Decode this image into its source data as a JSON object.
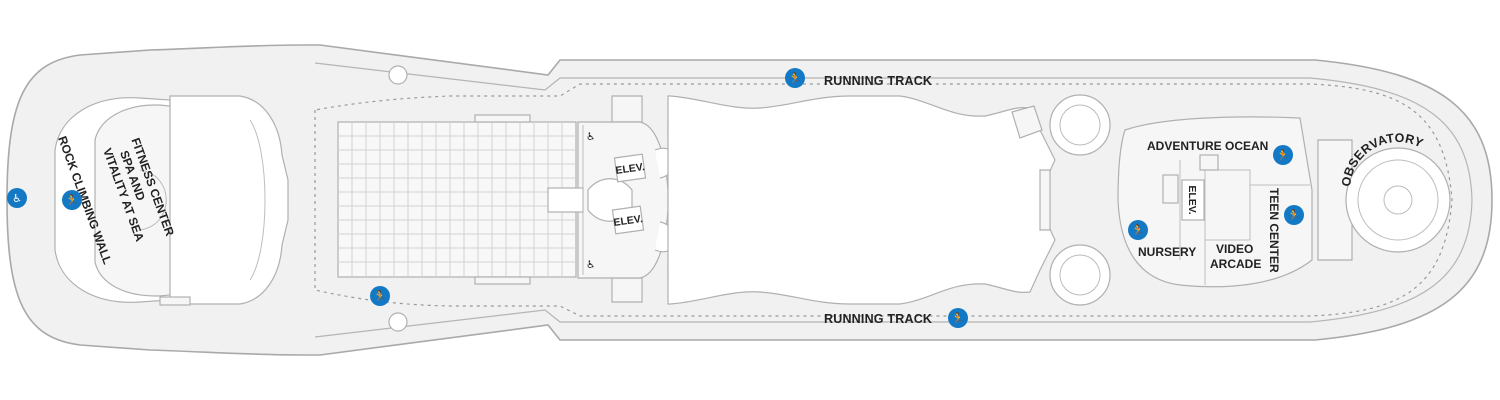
{
  "deck_labels": {
    "running_track_top": "RUNNING TRACK",
    "running_track_bottom": "RUNNING TRACK",
    "rock_climbing_wall": "ROCK CLIMBING WALL",
    "vitality_line1": "VITALITY AT SEA",
    "vitality_line2": "SPA AND",
    "vitality_line3": "FITNESS CENTER",
    "elev_1": "ELEV.",
    "elev_2": "ELEV.",
    "elev_3": "ELEV.",
    "adventure_ocean": "ADVENTURE OCEAN",
    "nursery": "NURSERY",
    "video_line1": "VIDEO",
    "video_line2": "ARCADE",
    "teen_center": "TEEN CENTER",
    "observatory": "OBSERVATORY"
  },
  "icons": {
    "running": "running-icon",
    "accessibility": "accessibility-icon"
  },
  "colors": {
    "hull_fill": "#f1f1f1",
    "outline": "#a9a9a9",
    "icon_blue": "#1479c4",
    "text": "#222222"
  }
}
